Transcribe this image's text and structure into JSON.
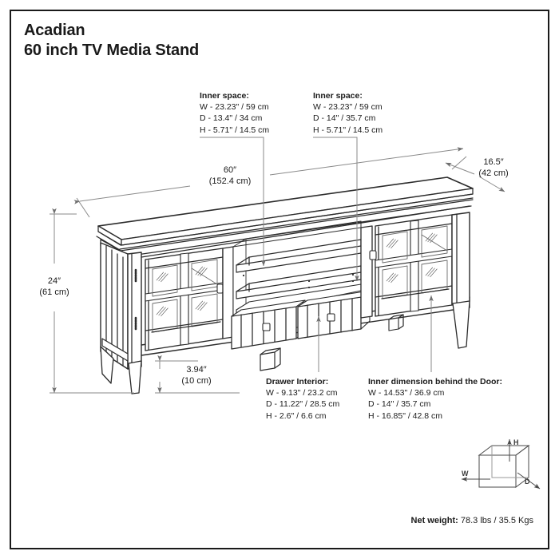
{
  "title": {
    "line1": "Acadian",
    "line2": "60 inch TV Media Stand"
  },
  "callouts": {
    "inner_space_left": {
      "heading": "Inner space:",
      "w": "W - 23.23\" / 59 cm",
      "d": "D - 13.4\" / 34 cm",
      "h": "H - 5.71\" / 14.5 cm"
    },
    "inner_space_right": {
      "heading": "Inner space:",
      "w": "W - 23.23\" / 59 cm",
      "d": "D - 14\" / 35.7 cm",
      "h": "H - 5.71\" / 14.5 cm"
    },
    "drawer_interior": {
      "heading": "Drawer Interior:",
      "w": "W - 9.13\" / 23.2 cm",
      "d": "D - 11.22\" / 28.5 cm",
      "h": "H - 2.6\" / 6.6 cm"
    },
    "behind_door": {
      "heading": "Inner dimension behind the Door:",
      "w": "W - 14.53\" / 36.9 cm",
      "d": "D - 14\" / 35.7 cm",
      "h": "H - 16.85\" / 42.8 cm"
    }
  },
  "dimensions": {
    "width_in": "60″",
    "width_cm": "(152.4 cm)",
    "depth_in": "16.5″",
    "depth_cm": "(42 cm)",
    "height_in": "24″",
    "height_cm": "(61 cm)",
    "leg_in": "3.94″",
    "leg_cm": "(10 cm)"
  },
  "legend": {
    "w": "W",
    "d": "D",
    "h": "H"
  },
  "net_weight": {
    "label": "Net weight:",
    "value": "78.3 lbs / 35.5 Kgs"
  },
  "colors": {
    "ink": "#1a1a1a",
    "leader": "#8a8a8a",
    "line": "#2b2b2b",
    "background": "#ffffff"
  }
}
